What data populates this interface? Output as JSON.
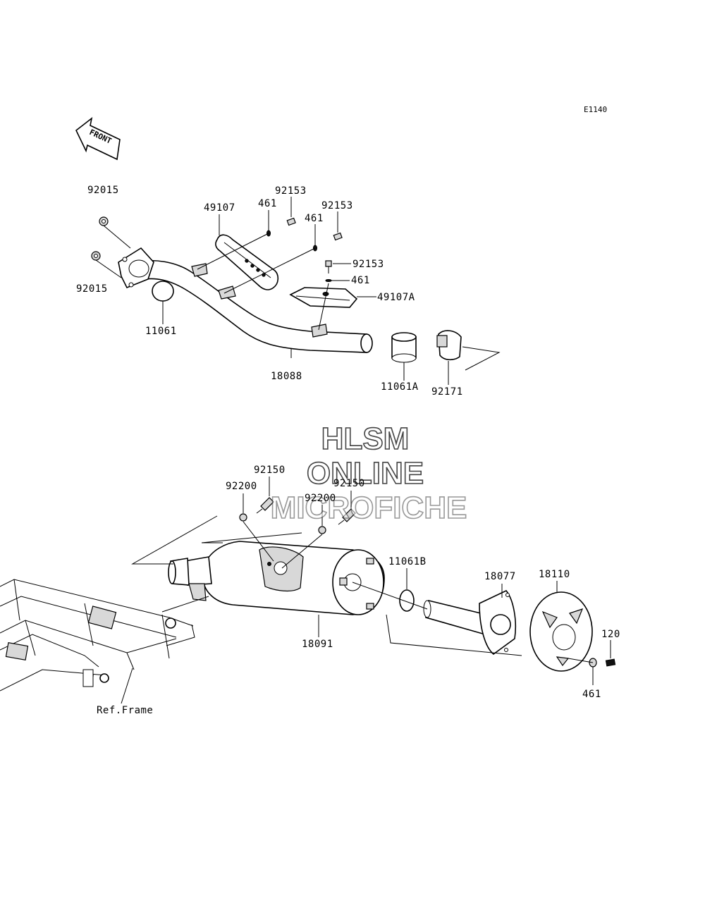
{
  "diagram_code": "E1140",
  "front_arrow_label": "FRONT",
  "ref_frame_label": "Ref.Frame",
  "watermark": {
    "line1": "HLSM",
    "line2": "ONLINE",
    "line3": "MICROFICHE"
  },
  "part_numbers": {
    "p92015_top": "92015",
    "p92015_bottom": "92015",
    "p11061": "11061",
    "p18088": "18088",
    "p49107": "49107",
    "p461_a": "461",
    "p461_b": "461",
    "p461_c": "461",
    "p92153_a": "92153",
    "p92153_b": "92153",
    "p92153_c": "92153",
    "p49107A": "49107A",
    "p11061A": "11061A",
    "p92171": "92171",
    "p92150_a": "92150",
    "p92150_b": "92150",
    "p92200_a": "92200",
    "p92200_b": "92200",
    "p11061B": "11061B",
    "p18091": "18091",
    "p18077": "18077",
    "p18110": "18110",
    "p120": "120",
    "p461_d": "461"
  }
}
